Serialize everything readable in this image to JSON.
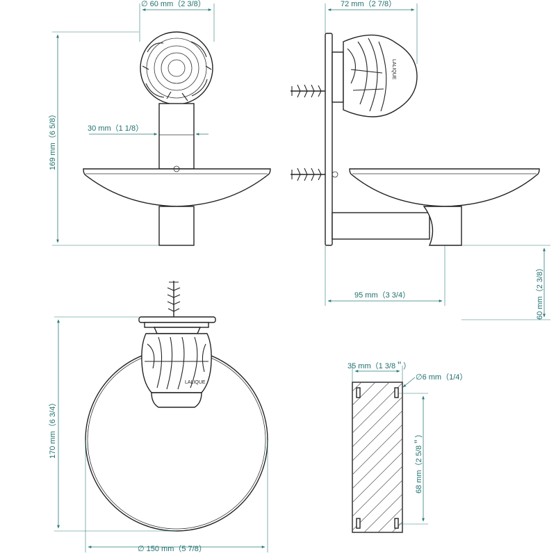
{
  "drawing": {
    "dimensions": {
      "soap_top_diameter": "∅ 60 mm（2 3/8）",
      "soap_side_depth": "72 mm（2 7/8）",
      "soap_stem_width": "30 mm（1 1/8）",
      "soap_height": "169 mm（6 5/8）",
      "soap_projection": "95 mm（3 3/4）",
      "soap_lower_height": "60 mm（2 3/8）",
      "ring_height": "170 mm（6 3/4）",
      "ring_diameter": "∅ 150 mm（5 7/8）",
      "plate_width": "35 mm（1 3/8＂）",
      "hole_diameter": "∅6 mm（1/4）",
      "plate_hole_spacing": "68 mm（2 5/8＂）"
    },
    "brand_mark": "LALIQUE"
  }
}
